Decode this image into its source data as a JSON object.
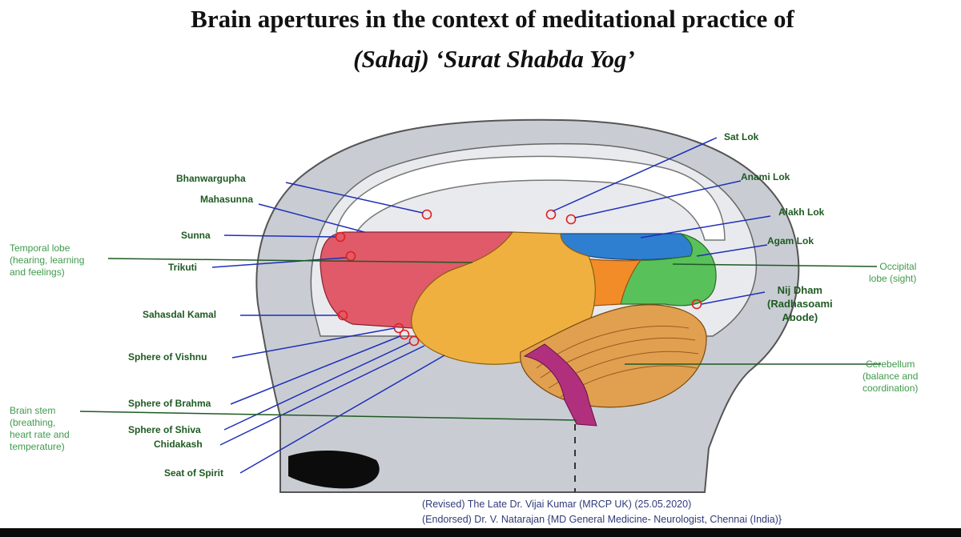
{
  "title": {
    "line1": "Brain apertures in the context of meditational practice of",
    "line2": "(Sahaj) ‘Surat Shabda Yog’"
  },
  "labels": {
    "sat_lok": "Sat Lok",
    "bhanwargupha": "Bhanwargupha",
    "anami_lok": "Anami Lok",
    "mahasunna": "Mahasunna",
    "alakh_lok": "Alakh Lok",
    "sunna": "Sunna",
    "agam_lok": "Agam Lok",
    "temporal_lobe": [
      "Temporal lobe",
      "(hearing, learning",
      "and feelings)"
    ],
    "trikuti": "Trikuti",
    "occipital_lobe": [
      "Occipital",
      "lobe (sight)"
    ],
    "nij_dham": [
      "Nij Dham",
      "(Radhasoami",
      "Abode)"
    ],
    "sahasdal_kamal": "Sahasdal Kamal",
    "sphere_of_vishnu": "Sphere of Vishnu",
    "cerebellum": [
      "Cerebellum",
      "(balance and",
      "coordination)"
    ],
    "sphere_of_brahma": "Sphere of Brahma",
    "brain_stem": [
      "Brain stem",
      "(breathing,",
      "heart rate and",
      "temperature)"
    ],
    "sphere_of_shiva": "Sphere of Shiva",
    "chidakash": "Chidakash",
    "seat_of_spirit": "Seat of Spirit"
  },
  "credits": {
    "revised": "(Revised) The Late Dr. Vijai Kumar (MRCP UK) (25.05.2020)",
    "endorsed": "(Endorsed) Dr. V. Natarajan  {MD General Medicine- Neurologist, Chennai (India)}"
  },
  "colors": {
    "frontal_lobe": "#e05a6a",
    "temporal_lobe": "#f0b040",
    "parietal_lobe": "#2f7fd0",
    "occipital_lobe": "#59c15a",
    "orange_region": "#f28c28",
    "cerebellum": "#e0a050",
    "brain_stem": "#b0307e",
    "pointer_line_blue": "#1f2fb8",
    "pointer_line_green": "#1e5a22",
    "aperture_marker": "#e02020"
  }
}
